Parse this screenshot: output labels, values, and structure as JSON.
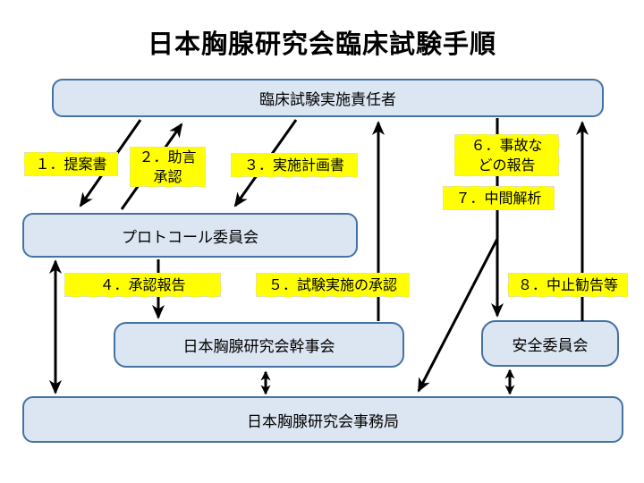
{
  "title": "日本胸腺研究会臨床試験手順",
  "boxes": {
    "principal_investigator": "臨床試験実施責任者",
    "protocol_committee": "プロトコール委員会",
    "steering_committee": "日本胸腺研究会幹事会",
    "safety_committee": "安全委員会",
    "secretariat": "日本胸腺研究会事務局"
  },
  "flow_labels": {
    "step1": "１．提案書",
    "step2": "２．助言\n承認",
    "step3": "３．実施計画書",
    "step4": "４．承認報告",
    "step5": "５．試験実施の承認",
    "step6": "６．事故な\nどの報告",
    "step7": "７．中間解析",
    "step8": "８．中止勧告等"
  },
  "colors": {
    "box_fill": "#dce6f2",
    "box_border": "#4472a4",
    "flow_label_bg": "#ffff00",
    "arrow": "#000000",
    "text": "#000000"
  }
}
